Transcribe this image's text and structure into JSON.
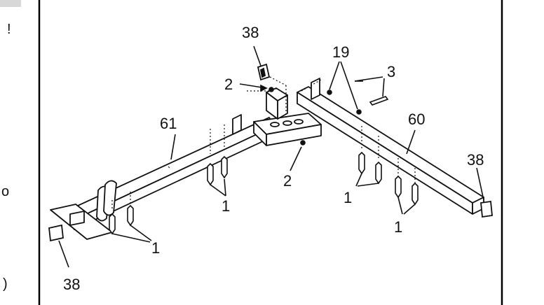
{
  "diagram": {
    "left_edge_fragments": [
      "!",
      "o",
      ")"
    ],
    "callouts": {
      "cap_top": "38",
      "cap_right": "38",
      "cap_left": "38",
      "bolt_top": "2",
      "bolt_center": "2",
      "pins": "19",
      "pin_right": "3",
      "rail_left": "61",
      "rail_right": "60",
      "screw_left_front": "1",
      "screw_left_mid": "1",
      "screw_right_mid": "1",
      "screw_right_front": "1"
    }
  }
}
